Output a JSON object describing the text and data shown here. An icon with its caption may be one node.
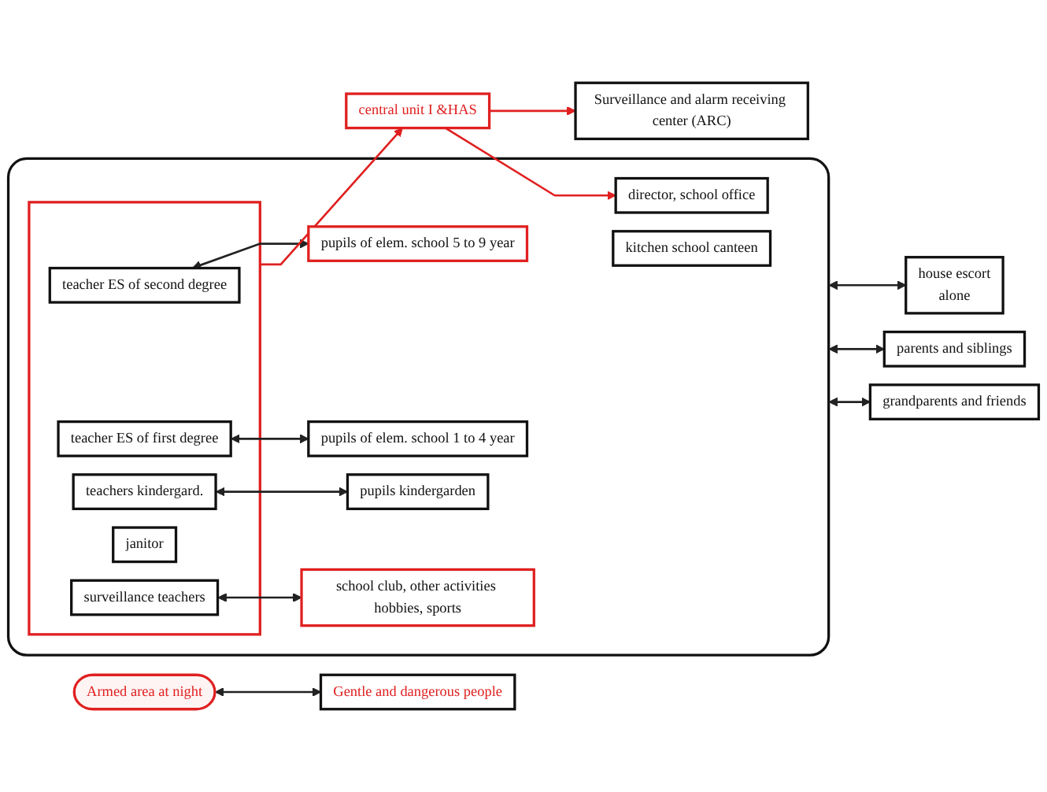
{
  "diagram": {
    "nodes": [
      {
        "text": [],
        "shape": "box"
      },
      {
        "text": [
          "director, school office"
        ],
        "in": 0
      },
      {
        "text": [],
        "shape": "box",
        "in": 0
      },
      {
        "text": [
          "teacher ES of second degree"
        ],
        "in": 2
      },
      {
        "text": [
          "teacher ES of first degree"
        ],
        "in": 2
      },
      {
        "text": [
          "teachers kindergard."
        ],
        "in": 2
      },
      {
        "text": [
          "janitor"
        ],
        "in": 2
      },
      {
        "text": [
          "surveillance teachers"
        ],
        "in": 2
      },
      {
        "text": [
          "pupils of elem. school 5 to 9 year"
        ],
        "in": 0
      },
      {
        "text": [
          "pupils of elem. school 1 to 4 year"
        ],
        "in": 0
      },
      {
        "text": [
          "pupils kindergarden"
        ],
        "in": 0
      },
      {
        "text": [
          "kitchen school canteen"
        ],
        "in": 0
      },
      {
        "text": [
          "school club, other activities hobbies, sports"
        ],
        "in": 0
      },
      {
        "text": [
          "central unit I &HAS"
        ]
      },
      {
        "text": [
          "Armed area at night"
        ]
      },
      {
        "text": [
          "house escort",
          "alone"
        ]
      },
      {
        "text": [
          "parents and siblings"
        ]
      },
      {
        "text": [
          "grandparents and friends"
        ]
      },
      {
        "text": [
          "Surveillance and alarm receiving center (ARC)"
        ]
      },
      {
        "text": [
          "Gentle and dangerous people"
        ]
      }
    ],
    "edges": [
      {
        "from": 3,
        "to": 8,
        "arrow": "both"
      },
      {
        "from": 4,
        "to": 9,
        "arrow": "both"
      },
      {
        "from": 5,
        "to": 10,
        "arrow": "both"
      },
      {
        "from": 7,
        "to": 12,
        "arrow": "both"
      },
      {
        "from": 13,
        "to": 1,
        "arrow": "to",
        "color": "#e02020"
      },
      {
        "from": 2,
        "to": 13,
        "arrow": "to",
        "color": "#e02020"
      },
      {
        "from": 13,
        "to": 18,
        "arrow": "to",
        "color": "#e02020"
      },
      {
        "from": 0,
        "to": 15,
        "arrow": "both"
      },
      {
        "from": 0,
        "to": 16,
        "arrow": "both"
      },
      {
        "from": 0,
        "to": 17,
        "arrow": "both"
      },
      {
        "from": 14,
        "to": 19,
        "arrow": "both"
      }
    ]
  }
}
